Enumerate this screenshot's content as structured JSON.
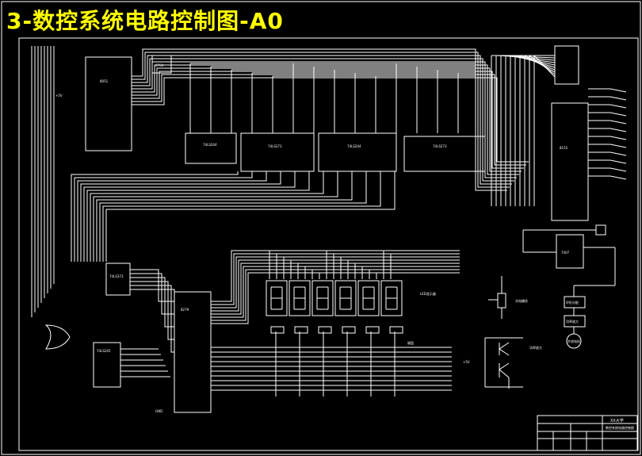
{
  "title": "3-数控系统电路控制图-A0",
  "colors": {
    "background": "#000000",
    "title": "#ffff00",
    "lines": "#ffffff"
  },
  "title_block": {
    "institution": "XX大学",
    "drawing_name": "数控系统电路控制图"
  },
  "components": {
    "mcu": "8051",
    "decoder": "74LS373",
    "latch_bank": [
      "74LS244",
      "74LS273",
      "74LS244",
      "74LS273"
    ],
    "interface_chip": "8155",
    "io_chip": "8279",
    "driver_chip": "7407",
    "seg_driver": "74LS245",
    "small_chip": "2764",
    "display_label": "LED显示器",
    "keyboard_label": "键盘",
    "amp_label": "功率放大",
    "photo_label": "光电耦合",
    "stepper_label": "步进电机",
    "step_driver_label": "环形分配",
    "power_label": "+5V",
    "gnd_label": "GND"
  }
}
